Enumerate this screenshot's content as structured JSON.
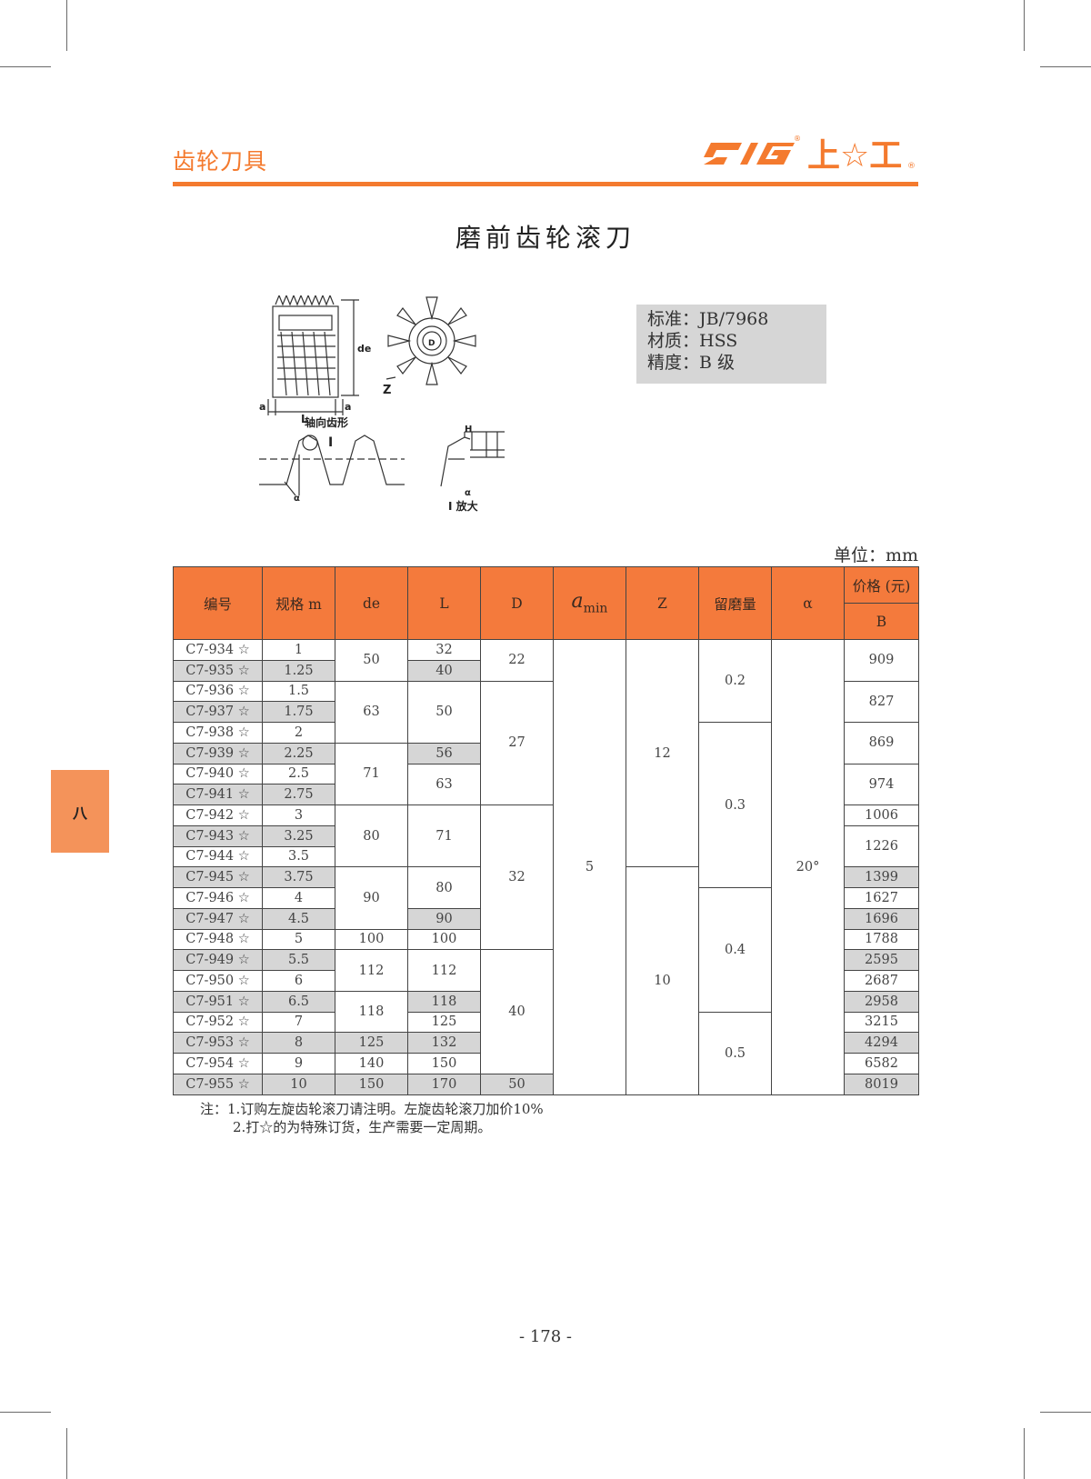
{
  "header": {
    "section_title": "齿轮刀具",
    "logo_text": "上☆工",
    "logo_mark": "SG"
  },
  "page_title": "磨前齿轮滚刀",
  "specs": [
    "标准：JB/7968",
    "材质：HSS",
    "精度：B 级"
  ],
  "diagram": {
    "label_axial": "轴向齿形",
    "label_enlarge": "I 放大",
    "label_i": "I",
    "label_a": "a",
    "label_L": "L",
    "label_de": "de",
    "label_Z": "Z",
    "label_D": "D",
    "label_alpha": "α",
    "label_H": "H"
  },
  "side_tab": "八",
  "unit": "单位：mm",
  "table": {
    "headers": {
      "code": "编号",
      "spec": "规格 m",
      "de": "de",
      "L": "L",
      "D": "D",
      "amin": "a",
      "amin_sub": "min",
      "z": "Z",
      "grind": "留磨量",
      "alpha": "α",
      "price": "价格 (元)",
      "price_b": "B"
    },
    "codes": [
      "C7-934 ☆",
      "C7-935 ☆",
      "C7-936 ☆",
      "C7-937 ☆",
      "C7-938 ☆",
      "C7-939 ☆",
      "C7-940 ☆",
      "C7-941 ☆",
      "C7-942 ☆",
      "C7-943 ☆",
      "C7-944 ☆",
      "C7-945 ☆",
      "C7-946 ☆",
      "C7-947 ☆",
      "C7-948 ☆",
      "C7-949 ☆",
      "C7-950 ☆",
      "C7-951 ☆",
      "C7-952 ☆",
      "C7-953 ☆",
      "C7-954 ☆",
      "C7-955 ☆"
    ],
    "modules": [
      "1",
      "1.25",
      "1.5",
      "1.75",
      "2",
      "2.25",
      "2.5",
      "2.75",
      "3",
      "3.25",
      "3.5",
      "3.75",
      "4",
      "4.5",
      "5",
      "5.5",
      "6",
      "6.5",
      "7",
      "8",
      "9",
      "10"
    ],
    "de": [
      "50",
      "63",
      "71",
      "80",
      "90",
      "100",
      "112",
      "118",
      "125",
      "140",
      "150"
    ],
    "L": [
      "32",
      "40",
      "50",
      "56",
      "63",
      "71",
      "80",
      "90",
      "100",
      "112",
      "118",
      "125",
      "132",
      "150",
      "170"
    ],
    "D": [
      "22",
      "27",
      "32",
      "40",
      "50"
    ],
    "amin": "5",
    "z": [
      "12",
      "10"
    ],
    "grind": [
      "0.2",
      "0.3",
      "0.4",
      "0.5"
    ],
    "alpha": "20°",
    "prices": [
      "909",
      "827",
      "869",
      "974",
      "1006",
      "1226",
      "1399",
      "1627",
      "1696",
      "1788",
      "2595",
      "2687",
      "2958",
      "3215",
      "4294",
      "6582",
      "8019"
    ]
  },
  "notes": [
    "注：1.订购左旋齿轮滚刀请注明。左旋齿轮滚刀加价10%",
    "2.打☆的为特殊订货，生产需要一定周期。"
  ],
  "page_number": "- 178 -"
}
